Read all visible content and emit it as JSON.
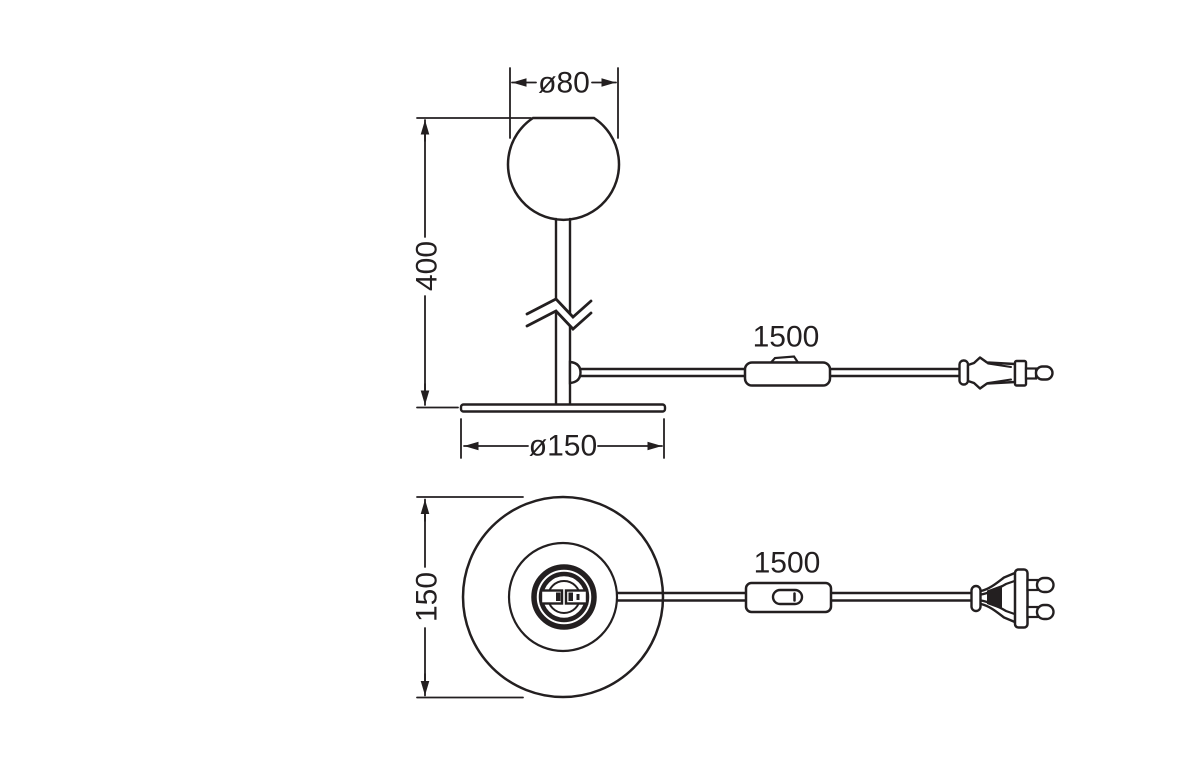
{
  "colors": {
    "background": "#ffffff",
    "line": "#231f20"
  },
  "side_view": {
    "label_head_diameter": "ø80",
    "label_height": "400",
    "label_base_diameter": "ø150",
    "label_cable_length": "1500"
  },
  "top_view": {
    "label_base_diameter": "150",
    "label_cable_length": "1500"
  }
}
